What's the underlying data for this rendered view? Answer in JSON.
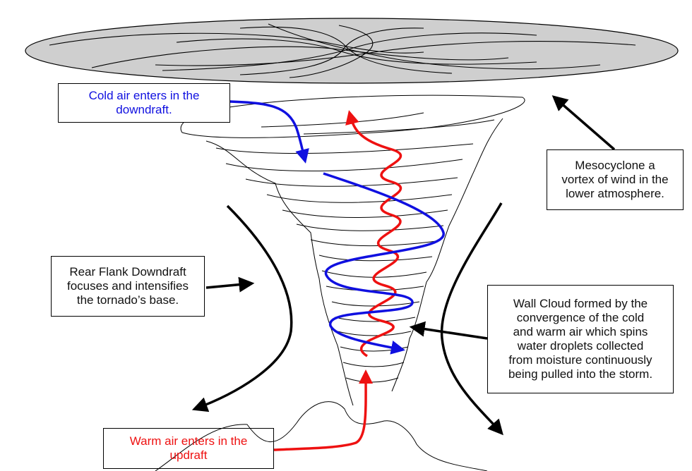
{
  "labels": {
    "cold_air": "Cold air enters  in the\ndowndraft.",
    "mesocyclone": "Mesocyclone a\nvortex of wind in the\nlower atmosphere.",
    "rear_flank": "Rear Flank Downdraft\nfocuses and intensifies\nthe tornado’s base.",
    "wall_cloud": "Wall Cloud formed by the\nconvergence of the cold\nand warm air which spins\nwater droplets collected\nfrom moisture continuously\nbeing pulled into the storm.",
    "warm_air": "Warm air enters in the\nupdraft"
  },
  "colors": {
    "cold": "#1010e0",
    "warm": "#ee1111",
    "cloud_fill": "#cfcfcf",
    "outline": "#000000"
  }
}
